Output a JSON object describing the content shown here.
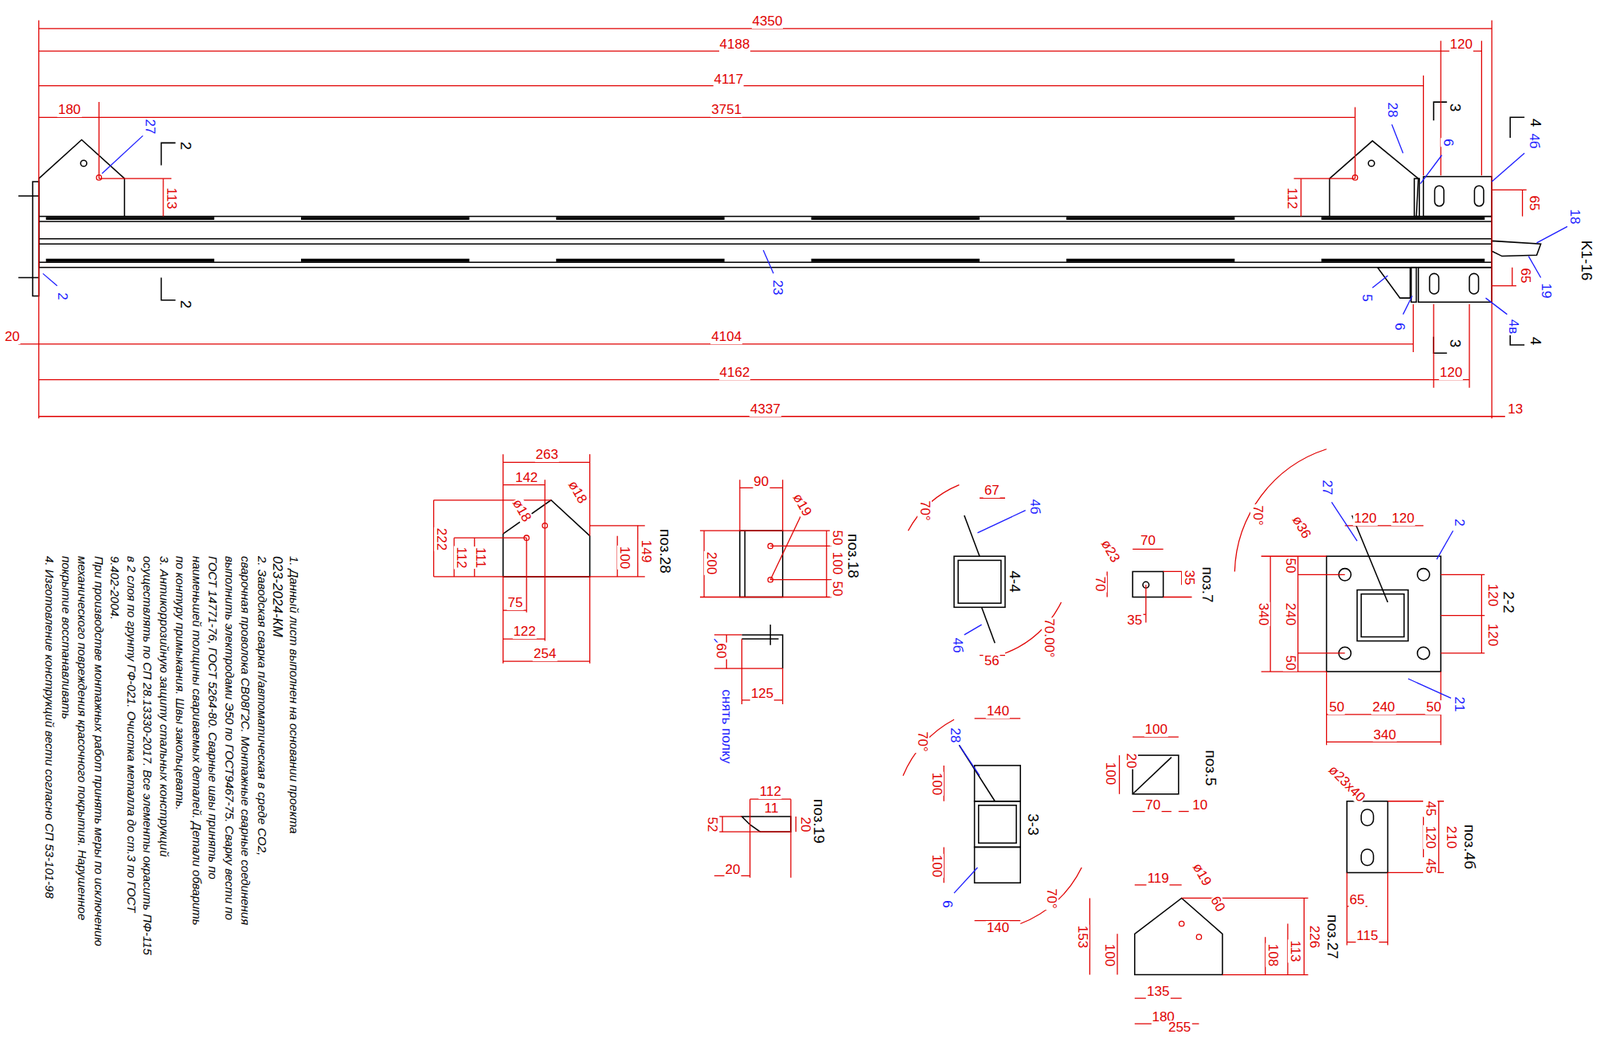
{
  "diagram": {
    "labels": [
      "4350",
      "4188",
      "120",
      "4117",
      "3751",
      "180",
      "27",
      "28",
      "3",
      "4",
      "2",
      "6",
      "4б",
      "113",
      "112",
      "65",
      "18",
      "K1-16",
      "23",
      "65",
      "19",
      "2",
      "2",
      "5",
      "6",
      "4в",
      "3",
      "4",
      "20",
      "4104",
      "4162",
      "120",
      "4337",
      "13",
      "263",
      "142",
      "ø18",
      "ø18",
      "222",
      "112",
      "111",
      "149",
      "100",
      "75",
      "122",
      "254",
      "поз.28",
      "90",
      "ø19",
      "50",
      "100",
      "50",
      "200",
      "поз.18",
      "60",
      "125",
      "снять полку",
      "112",
      "11",
      "52",
      "20",
      "20",
      "поз.19",
      "67",
      "4б",
      "70°",
      "4-4",
      "70.00°",
      "4б",
      "56",
      "140",
      "28",
      "70°",
      "100",
      "3-3",
      "100",
      "6",
      "140",
      "70°",
      "ø23",
      "70",
      "35",
      "70",
      "35",
      "поз.7",
      "100",
      "20",
      "100",
      "70",
      "10",
      "поз.5",
      "119",
      "ø19",
      "60",
      "226",
      "113",
      "108",
      "153",
      "100",
      "135",
      "180",
      "255",
      "поз.27",
      "70°",
      "27",
      "ø36",
      "120",
      "120",
      "2",
      "2-2",
      "50",
      "240",
      "340",
      "50",
      "120",
      "120",
      "21",
      "50",
      "240",
      "50",
      "340",
      "ø23x40",
      "45",
      "120",
      "210",
      "45",
      "65",
      "115",
      "поз.4б",
      "1. Данный лист выполнен на основании проекта",
      "023-2024-КМ",
      "2. Заводская сварка п/автоматическая в среде CO2,",
      "сварочная проволока СВ08Г2С. Монтажные сварные соединения",
      "выполнить электродами Э50 по ГОСТ9467-75. Сварку вести по",
      "ГОСТ 14771-76, ГОСТ 5264-80. Сварные швы принять по",
      "наименьшей толщины свариваемых деталей. Детали обварить",
      "по контуру примыкания. Швы закольцевать.",
      "3. Антикоррозийную защиту стальных конструкций",
      "осуществлять по СП 28.13330-2017. Все элементы окрасить ПФ-115",
      "в 2 слоя по грунту ГФ-021. Очистка металла до ст.3 по ГОСТ",
      "9.402-2004.",
      "При производстве монтажных работ принять меры по исключению",
      "механического повреждения красочного покрытия. Нарушенное",
      "покрытие восстанавливать",
      "4. Изготовление конструкций вести согласно СП 53-101-98"
    ]
  }
}
